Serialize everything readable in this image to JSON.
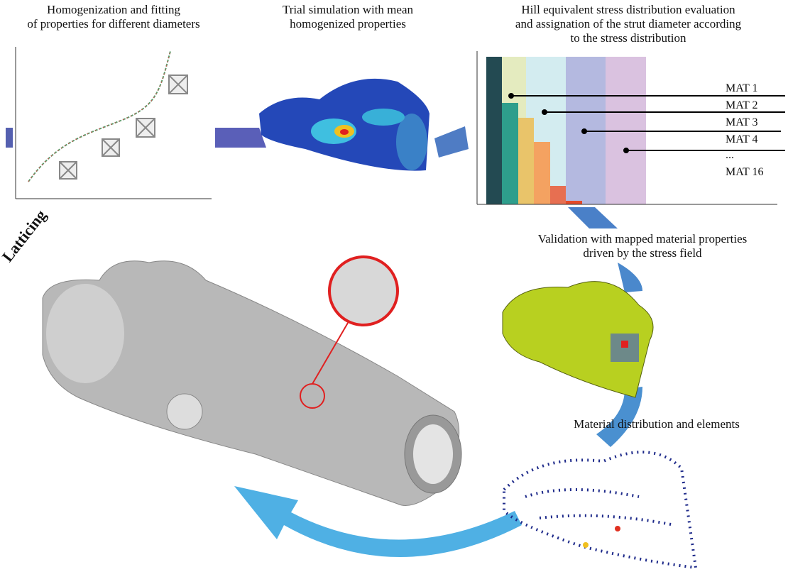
{
  "titles": {
    "homog_1": "Homogenization and fitting",
    "homog_2": "of properties for different diameters",
    "trial_1": "Trial simulation with mean",
    "trial_2": "homogenized properties",
    "hill_1": "Hill equivalent stress distribution evaluation",
    "hill_2": "and assignation of the strut diameter according",
    "hill_3": "to the stress distribution",
    "valid_1": "Validation with mapped material properties",
    "valid_2": "driven by the stress field",
    "material": "Material distribution and elements",
    "latticing": "Latticing"
  },
  "materials": [
    "MAT 1",
    "MAT 2",
    "MAT 3",
    "MAT 4",
    "...",
    "MAT 16"
  ],
  "colors": {
    "arrow": "#4a90d0",
    "arrow_dark": "#5560b0",
    "bar_dark": "#234a52",
    "bar_teal": "#2e9e8c",
    "bar_yellow": "#e9c46a",
    "bar_orange": "#f4a261",
    "bar_red": "#e76f51"
  }
}
